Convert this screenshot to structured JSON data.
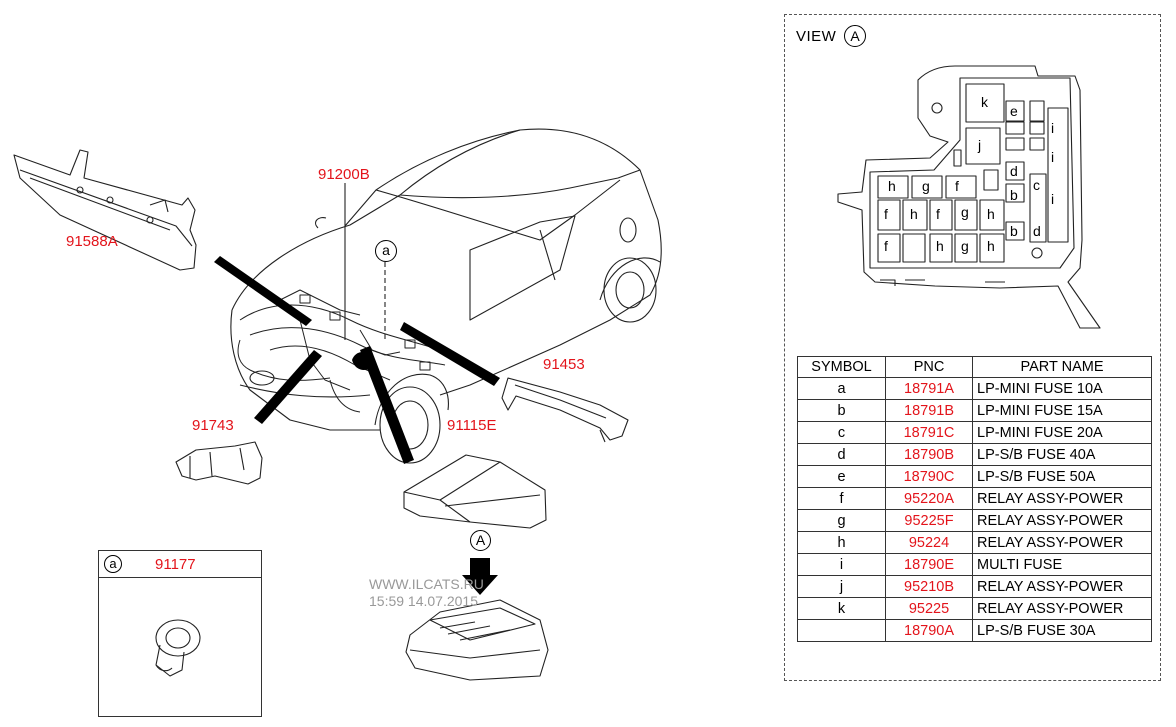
{
  "view": {
    "title": "VIEW",
    "marker": "A"
  },
  "callouts": {
    "c91588A": "91588A",
    "c91200B": "91200B",
    "c91453": "91453",
    "c91743": "91743",
    "c91115E": "91115E",
    "marker_a": "a",
    "marker_A": "A"
  },
  "inset": {
    "symbol": "a",
    "pnc": "91177"
  },
  "watermark": {
    "line1": "WWW.ILCATS.RU",
    "line2": "15:59  14.07.2015"
  },
  "fuse_box_labels": [
    "k",
    "e",
    "j",
    "i",
    "i",
    "d",
    "c",
    "b",
    "i",
    "b",
    "d",
    "h",
    "g",
    "f",
    "f",
    "h",
    "f",
    "g",
    "h",
    "f",
    "h",
    "g",
    "h"
  ],
  "table": {
    "headers": {
      "symbol": "SYMBOL",
      "pnc": "PNC",
      "part_name": "PART NAME"
    },
    "rows": [
      {
        "symbol": "a",
        "pnc": "18791A",
        "part_name": "LP-MINI FUSE 10A"
      },
      {
        "symbol": "b",
        "pnc": "18791B",
        "part_name": "LP-MINI FUSE 15A"
      },
      {
        "symbol": "c",
        "pnc": "18791C",
        "part_name": "LP-MINI FUSE 20A"
      },
      {
        "symbol": "d",
        "pnc": "18790B",
        "part_name": "LP-S/B FUSE 40A"
      },
      {
        "symbol": "e",
        "pnc": "18790C",
        "part_name": "LP-S/B FUSE 50A"
      },
      {
        "symbol": "f",
        "pnc": "95220A",
        "part_name": "RELAY ASSY-POWER"
      },
      {
        "symbol": "g",
        "pnc": "95225F",
        "part_name": "RELAY ASSY-POWER"
      },
      {
        "symbol": "h",
        "pnc": "95224",
        "part_name": "RELAY ASSY-POWER"
      },
      {
        "symbol": "i",
        "pnc": "18790E",
        "part_name": "MULTI FUSE"
      },
      {
        "symbol": "j",
        "pnc": "95210B",
        "part_name": "RELAY ASSY-POWER"
      },
      {
        "symbol": "k",
        "pnc": "95225",
        "part_name": "RELAY ASSY-POWER"
      },
      {
        "symbol": "",
        "pnc": "18790A",
        "part_name": "LP-S/B FUSE 30A"
      }
    ]
  },
  "colors": {
    "pnc_red": "#e3141b",
    "line": "#222222"
  }
}
